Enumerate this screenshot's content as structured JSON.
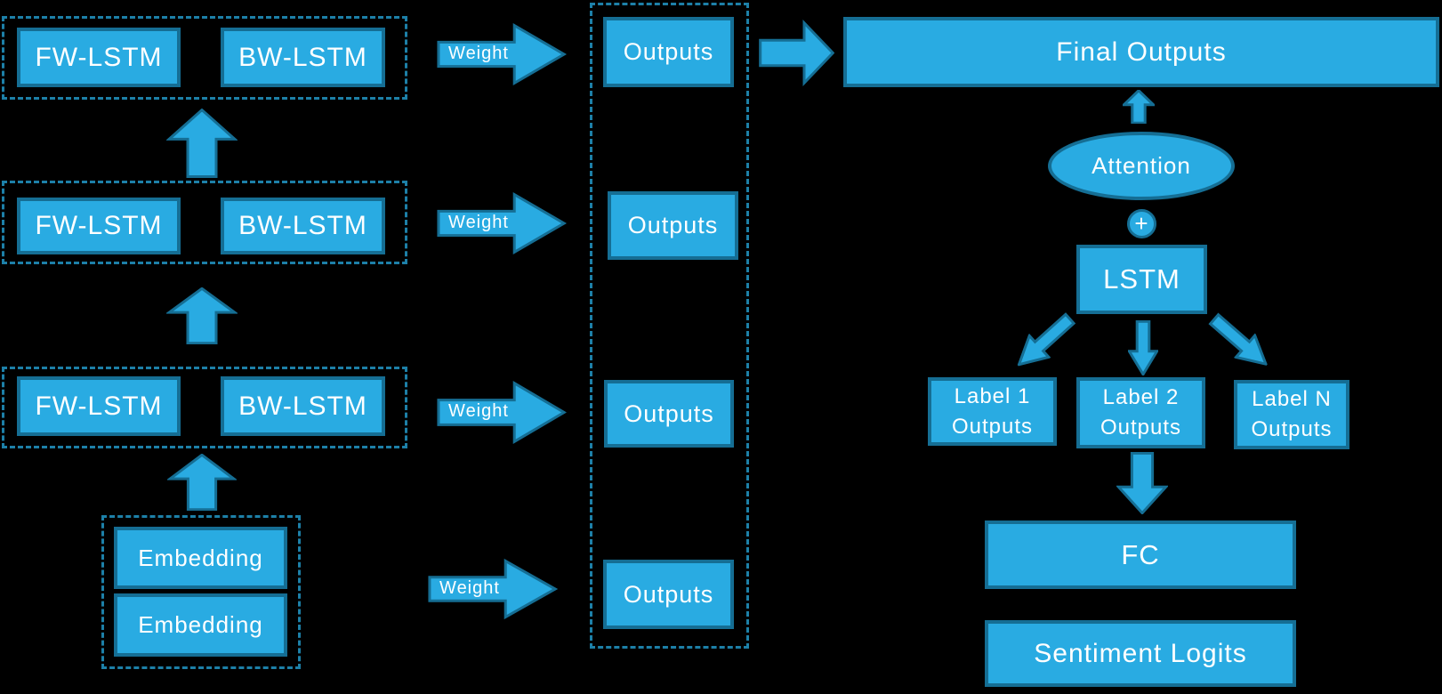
{
  "colors": {
    "background": "#000000",
    "shape_fill": "#29abe2",
    "shape_border": "#156e94",
    "dashed_border": "#1d80a8",
    "text": "#ffffff"
  },
  "bilstm_stack": {
    "rows": [
      {
        "fw": "FW-LSTM",
        "bw": "BW-LSTM"
      },
      {
        "fw": "FW-LSTM",
        "bw": "BW-LSTM"
      },
      {
        "fw": "FW-LSTM",
        "bw": "BW-LSTM"
      }
    ]
  },
  "embedding_group": {
    "boxes": [
      "Embedding",
      "Embedding"
    ]
  },
  "weight_arrows": [
    {
      "label": "Weight"
    },
    {
      "label": "Weight"
    },
    {
      "label": "Weight"
    },
    {
      "label": "Weight"
    }
  ],
  "outputs_column": {
    "boxes": [
      "Outputs",
      "Outputs",
      "Outputs",
      "Outputs"
    ]
  },
  "attention_head": {
    "final_outputs": "Final Outputs",
    "attention": "Attention",
    "plus": "+",
    "lstm": "LSTM",
    "label_outputs": [
      {
        "line1": "Label 1",
        "line2": "Outputs"
      },
      {
        "line1": "Label 2",
        "line2": "Outputs"
      },
      {
        "line1": "Label N",
        "line2": "Outputs"
      }
    ],
    "fc": "FC",
    "sentiment_logits": "Sentiment Logits"
  }
}
